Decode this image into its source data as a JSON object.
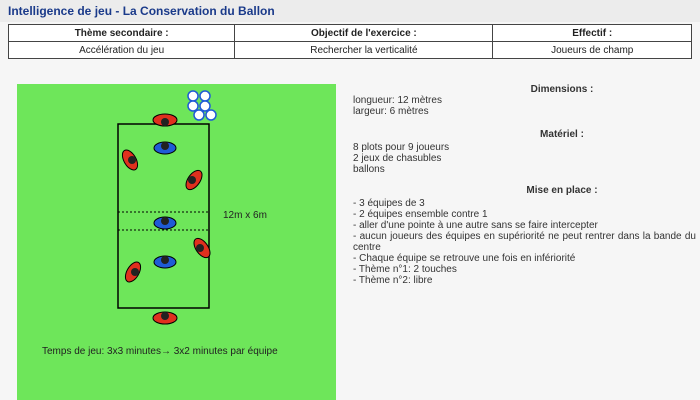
{
  "title": "Intelligence de jeu - La Conservation du Ballon",
  "table": {
    "headers": [
      "Thème secondaire :",
      "Objectif de l'exercice :",
      "Effectif :"
    ],
    "values": [
      "Accélération du jeu",
      "Rechercher la verticalité",
      "Joueurs de champ"
    ]
  },
  "field": {
    "dimension_label": "12m x 6m",
    "temps": "Temps de jeu: 3x3 minutes→ 3x2 minutes par équipe"
  },
  "dimensions": {
    "heading": "Dimensions :",
    "lines": [
      "longueur: 12 mètres",
      "largeur: 6 mètres"
    ]
  },
  "materiel": {
    "heading": "Matériel :",
    "lines": [
      "8 plots pour 9 joueurs",
      "2 jeux de chasubles",
      "ballons"
    ]
  },
  "mise_en_place": {
    "heading": "Mise en place :",
    "items": [
      "- 3 équipes de 3",
      "- 2 équipes ensemble contre 1",
      "- aller d'une pointe à une autre sans se faire intercepter",
      "- aucun joueurs des équipes en supériorité ne peut rentrer dans la bande du centre",
      "- Chaque équipe se retrouve une fois en infériorité",
      "- Thème n°1: 2 touches",
      "- Thème n°2: libre"
    ]
  },
  "colors": {
    "field": "#6ee65a",
    "team_red": "#e0301e",
    "team_blue": "#1f5bd6",
    "title": "#1a3a8a"
  }
}
